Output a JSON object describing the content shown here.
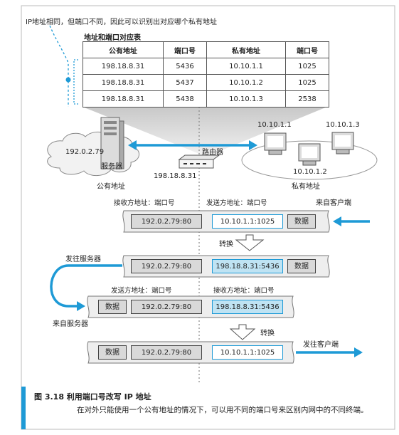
{
  "note": "IP地址相同，但端口不同，因此可以识别出对应哪个私有地址",
  "table": {
    "title": "地址和端口对应表",
    "headers": [
      "公有地址",
      "端口号",
      "私有地址",
      "端口号"
    ],
    "rows": [
      [
        "198.18.8.31",
        "5436",
        "10.10.1.1",
        "1025"
      ],
      [
        "198.18.8.31",
        "5437",
        "10.10.1.2",
        "1025"
      ],
      [
        "198.18.8.31",
        "5438",
        "10.10.1.3",
        "2538"
      ]
    ]
  },
  "network": {
    "server_ip": "192.0.2.79",
    "server_label": "服务器",
    "public_label": "公有地址",
    "router_label": "路由器",
    "router_ip": "198.18.8.31",
    "client1": "10.10.1.1",
    "client2": "10.10.1.2",
    "client3": "10.10.1.3",
    "private_label": "私有地址"
  },
  "packets": {
    "dst_label": "接收方地址：端口号",
    "src_label": "发送方地址：端口号",
    "from_client": "来自客户端",
    "convert": "转换",
    "to_server": "发往服务器",
    "from_server": "来自服务器",
    "to_client": "发往客户端",
    "data": "数据",
    "p1": {
      "dst": "192.0.2.79:80",
      "src": "10.10.1.1:1025"
    },
    "p2": {
      "dst": "192.0.2.79:80",
      "src": "198.18.8.31:5436"
    },
    "p3": {
      "src": "192.0.2.79:80",
      "dst": "198.18.8.31:5436"
    },
    "p4": {
      "src": "192.0.2.79:80",
      "dst": "10.10.1.1:1025"
    }
  },
  "caption": {
    "title": "图 3.18   利用端口号改写 IP 地址",
    "body": "在对外只能使用一个公有地址的情况下，可以用不同的端口号来区别内网中的不同终端。"
  },
  "colors": {
    "accent": "#1e9ad6",
    "panel": "#eeeeee"
  }
}
